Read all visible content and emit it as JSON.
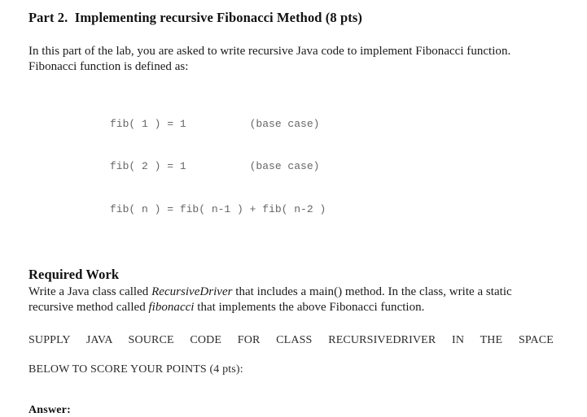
{
  "document": {
    "title": "Part 2.  Implementing recursive Fibonacci Method (8 pts)",
    "intro_paragraph": "In this part of the lab, you are asked to write recursive Java code to implement Fibonacci function.  Fibonacci function is defined as:",
    "code_block": {
      "lines": [
        "fib( 1 ) = 1          (base case)",
        "fib( 2 ) = 1          (base case)",
        "fib( n ) = fib( n-1 ) + fib( n-2 )"
      ],
      "line1": "fib( 1 ) = 1          (base case)",
      "line2": "fib( 2 ) = 1          (base case)",
      "line3": "fib( n ) = fib( n-1 ) + fib( n-2 )"
    },
    "required_work": {
      "heading": "Required Work",
      "text_part1": "Write a Java class called ",
      "class_name": "RecursiveDriver",
      "text_part2": " that includes a main() method.  In the class, write a static recursive method called ",
      "method_name": "fibonacci",
      "text_part3": " that implements the above Fibonacci function."
    },
    "supply_instruction": {
      "line1": "SUPPLY JAVA SOURCE CODE FOR CLASS RECURSIVEDRIVER IN THE SPACE",
      "line2": "BELOW TO SCORE YOUR POINTS (4 pts):"
    },
    "answer_label": "Answer:"
  },
  "colors": {
    "page_background": "#ffffff",
    "body_text": "#1a1a1a",
    "heading_text": "#111111",
    "code_text": "#666666",
    "supply_text": "#2b2b2b"
  }
}
